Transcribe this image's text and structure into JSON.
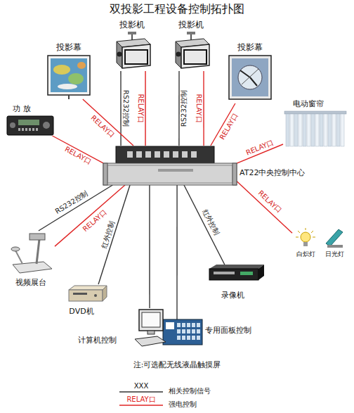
{
  "diagram": {
    "title": "双投影工程设备控制拓扑图",
    "nodes": [
      {
        "text": [
          "投影机"
        ]
      },
      {
        "text": [
          "投影机"
        ]
      },
      {
        "text": [
          "投影幕"
        ]
      },
      {
        "text": [
          "投影幕"
        ]
      },
      {
        "text": [
          "功 放"
        ]
      },
      {
        "text": [
          "电动窗帘"
        ]
      },
      {
        "text": [
          "AT22中央控制中心"
        ]
      },
      {
        "text": [
          "白炽灯"
        ]
      },
      {
        "text": [
          "日光灯"
        ]
      },
      {
        "text": [
          "视频展台"
        ]
      },
      {
        "text": [
          "录像机"
        ]
      },
      {
        "text": [
          "DVD机"
        ]
      },
      {
        "text": [
          "专用面板控制"
        ]
      },
      {
        "text": [
          "计算机控制"
        ]
      }
    ],
    "edges": [
      {
        "from": 6,
        "to": 0,
        "label": "RS232控制",
        "arrow": "none"
      },
      {
        "from": 6,
        "to": 0,
        "label": "RELAY口",
        "arrow": "none"
      },
      {
        "from": 6,
        "to": 1,
        "label": "RS232控制",
        "arrow": "none"
      },
      {
        "from": 6,
        "to": 1,
        "label": "RELAY口",
        "arrow": "none"
      },
      {
        "from": 6,
        "to": 2,
        "label": "RELAY口",
        "arrow": "none"
      },
      {
        "from": 6,
        "to": 3,
        "label": "RELAY口",
        "arrow": "none"
      },
      {
        "from": 6,
        "to": 4,
        "label": "RELAY口",
        "arrow": "none"
      },
      {
        "from": 6,
        "to": 5,
        "label": "RELAY口",
        "arrow": "none"
      },
      {
        "from": 6,
        "to": 7,
        "label": "RELAY口",
        "arrow": "none"
      },
      {
        "from": 6,
        "to": 9,
        "label": "RS232控制",
        "arrow": "none"
      },
      {
        "from": 6,
        "to": 9,
        "label": "RELAY口",
        "arrow": "none"
      },
      {
        "from": 6,
        "to": 10,
        "label": "红外控制",
        "arrow": "none"
      },
      {
        "from": 6,
        "to": 11,
        "label": "红外控制",
        "arrow": "none"
      },
      {
        "from": 6,
        "to": 12,
        "arrow": "none"
      },
      {
        "from": 6,
        "to": 13,
        "arrow": "none"
      }
    ],
    "labels": [
      "注:可选配无线液晶触摸屏",
      "XXX",
      "RELAY口"
    ],
    "legend": [
      {
        "text": "相关控制信号"
      },
      {
        "text": "强电控制"
      }
    ]
  }
}
